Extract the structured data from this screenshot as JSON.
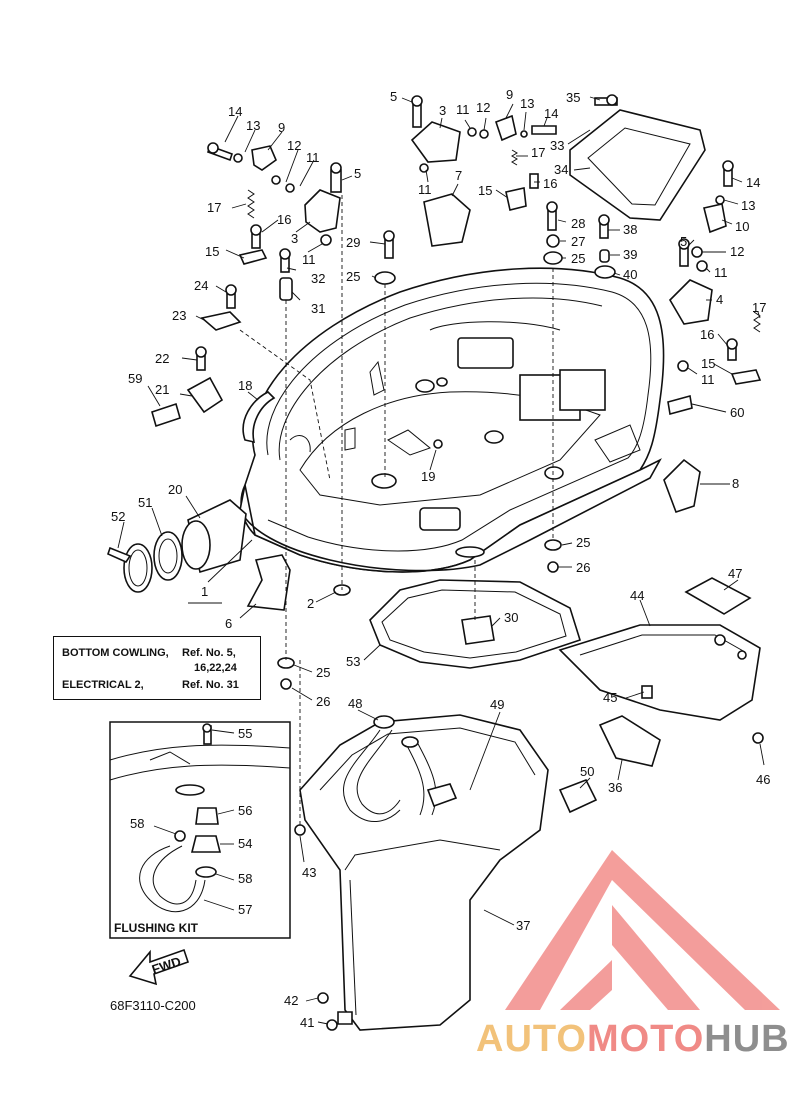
{
  "diagram_code": "68F3110-C200",
  "reference_box": {
    "row1_name": "BOTTOM COWLING,",
    "row1_ref": "Ref. No. 5,",
    "row2_ref": "16,22,24",
    "row3_name": "ELECTRICAL 2,",
    "row3_ref": "Ref. No. 31"
  },
  "flushing_kit": {
    "title": "FLUSHING KIT"
  },
  "fwd_arrow": {
    "label": "FWD"
  },
  "watermark": {
    "part1": "AUTO",
    "part2": "MOTO",
    "part3": "HUB",
    "colors": [
      "#f2c27a",
      "#f08a86",
      "#8e8e8e"
    ]
  },
  "callouts": [
    {
      "id": "c14a",
      "text": "14"
    },
    {
      "id": "c13a",
      "text": "13"
    },
    {
      "id": "c9a",
      "text": "9"
    },
    {
      "id": "c12a",
      "text": "12"
    },
    {
      "id": "c11a",
      "text": "11"
    },
    {
      "id": "c5a",
      "text": "5"
    },
    {
      "id": "c17a",
      "text": "17"
    },
    {
      "id": "c16a",
      "text": "16"
    },
    {
      "id": "c3a",
      "text": "3"
    },
    {
      "id": "c11b",
      "text": "11"
    },
    {
      "id": "c15a",
      "text": "15"
    },
    {
      "id": "c24",
      "text": "24"
    },
    {
      "id": "c32",
      "text": "32"
    },
    {
      "id": "c31",
      "text": "31"
    },
    {
      "id": "c29",
      "text": "29"
    },
    {
      "id": "c25a",
      "text": "25"
    },
    {
      "id": "c23",
      "text": "23"
    },
    {
      "id": "c22",
      "text": "22"
    },
    {
      "id": "c59",
      "text": "59"
    },
    {
      "id": "c21",
      "text": "21"
    },
    {
      "id": "c18",
      "text": "18"
    },
    {
      "id": "c5b",
      "text": "5"
    },
    {
      "id": "c3b",
      "text": "3"
    },
    {
      "id": "c11c",
      "text": "11"
    },
    {
      "id": "c12b",
      "text": "12"
    },
    {
      "id": "c9b",
      "text": "9"
    },
    {
      "id": "c13b",
      "text": "13"
    },
    {
      "id": "c14b",
      "text": "14"
    },
    {
      "id": "c17b",
      "text": "17"
    },
    {
      "id": "c35",
      "text": "35"
    },
    {
      "id": "c11d",
      "text": "11"
    },
    {
      "id": "c7",
      "text": "7"
    },
    {
      "id": "c15b",
      "text": "15"
    },
    {
      "id": "c16b",
      "text": "16"
    },
    {
      "id": "c33",
      "text": "33"
    },
    {
      "id": "c34",
      "text": "34"
    },
    {
      "id": "c14c",
      "text": "14"
    },
    {
      "id": "c13c",
      "text": "13"
    },
    {
      "id": "c10",
      "text": "10"
    },
    {
      "id": "c28",
      "text": "28"
    },
    {
      "id": "c38",
      "text": "38"
    },
    {
      "id": "c27",
      "text": "27"
    },
    {
      "id": "c39",
      "text": "39"
    },
    {
      "id": "c25b",
      "text": "25"
    },
    {
      "id": "c40",
      "text": "40"
    },
    {
      "id": "c5c",
      "text": "5"
    },
    {
      "id": "c12c",
      "text": "12"
    },
    {
      "id": "c11e",
      "text": "11"
    },
    {
      "id": "c4",
      "text": "4"
    },
    {
      "id": "c17c",
      "text": "17"
    },
    {
      "id": "c16c",
      "text": "16"
    },
    {
      "id": "c15c",
      "text": "15"
    },
    {
      "id": "c11f",
      "text": "11"
    },
    {
      "id": "c60",
      "text": "60"
    },
    {
      "id": "c19",
      "text": "19"
    },
    {
      "id": "c8",
      "text": "8"
    },
    {
      "id": "c20",
      "text": "20"
    },
    {
      "id": "c51",
      "text": "51"
    },
    {
      "id": "c52",
      "text": "52"
    },
    {
      "id": "c1",
      "text": "1"
    },
    {
      "id": "c6",
      "text": "6"
    },
    {
      "id": "c2",
      "text": "2"
    },
    {
      "id": "c25c",
      "text": "25"
    },
    {
      "id": "c26a",
      "text": "26"
    },
    {
      "id": "c47",
      "text": "47"
    },
    {
      "id": "c44",
      "text": "44"
    },
    {
      "id": "c30",
      "text": "30"
    },
    {
      "id": "c53",
      "text": "53"
    },
    {
      "id": "c25d",
      "text": "25"
    },
    {
      "id": "c26b",
      "text": "26"
    },
    {
      "id": "c48",
      "text": "48"
    },
    {
      "id": "c49",
      "text": "49"
    },
    {
      "id": "c45",
      "text": "45"
    },
    {
      "id": "c36",
      "text": "36"
    },
    {
      "id": "c46",
      "text": "46"
    },
    {
      "id": "c50",
      "text": "50"
    },
    {
      "id": "c55",
      "text": "55"
    },
    {
      "id": "c56",
      "text": "56"
    },
    {
      "id": "c58a",
      "text": "58"
    },
    {
      "id": "c54",
      "text": "54"
    },
    {
      "id": "c58b",
      "text": "58"
    },
    {
      "id": "c57",
      "text": "57"
    },
    {
      "id": "c43",
      "text": "43"
    },
    {
      "id": "c37",
      "text": "37"
    },
    {
      "id": "c42",
      "text": "42"
    },
    {
      "id": "c41",
      "text": "41"
    }
  ]
}
